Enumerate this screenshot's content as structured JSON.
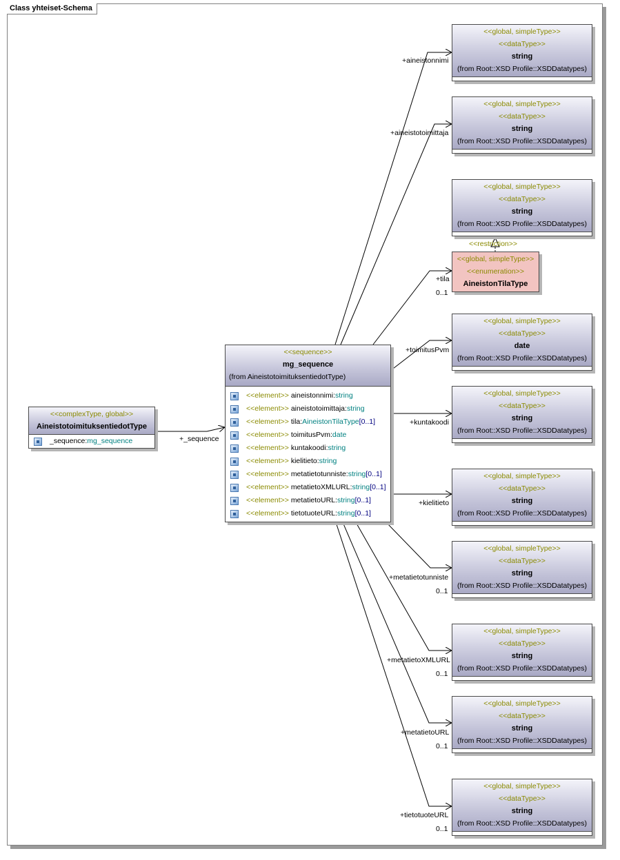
{
  "frame": {
    "title": "Class yhteiset-Schema"
  },
  "xsd_type": {
    "stereotype": "<<global, simpleType>>",
    "datatype": "<<dataType>>",
    "from": "(from Root::XSD Profile::XSDDatatypes)",
    "name_string": "string",
    "name_date": "date"
  },
  "complex_type": {
    "stereotype": "<<complexType, global>>",
    "name": "AineistotoimituksentiedotType",
    "attr_name": "_sequence:",
    "attr_type": "mg_sequence"
  },
  "sequence": {
    "stereotype": "<<sequence>>",
    "name": "mg_sequence",
    "from": "(from AineistotoimituksentiedotType)",
    "element_stereotype": "<<element>>",
    "elements": [
      {
        "name": "aineistonnimi:",
        "type": "string",
        "mult": ""
      },
      {
        "name": "aineistotoimittaja:",
        "type": "string",
        "mult": ""
      },
      {
        "name": "tila:",
        "type": "AineistonTilaType",
        "mult": "[0..1]"
      },
      {
        "name": "toimitusPvm:",
        "type": "date",
        "mult": ""
      },
      {
        "name": "kuntakoodi:",
        "type": "string",
        "mult": ""
      },
      {
        "name": "kielitieto:",
        "type": "string",
        "mult": ""
      },
      {
        "name": "metatietotunniste:",
        "type": "string",
        "mult": "[0..1]"
      },
      {
        "name": "metatietoXMLURL:",
        "type": "string",
        "mult": "[0..1]"
      },
      {
        "name": "metatietoURL:",
        "type": "string",
        "mult": "[0..1]"
      },
      {
        "name": "tietotuoteURL:",
        "type": "string",
        "mult": "[0..1]"
      }
    ]
  },
  "enumeration": {
    "stereotype": "<<global, simpleType>>",
    "kind": "<<enumeration>>",
    "name": "AineistonTilaType",
    "restriction_label": "<<restriction>>"
  },
  "roles": {
    "sequence": "+_sequence",
    "aineistonnimi": "+aineistonnimi",
    "aineistotoimittaja": "+aineistotoimittaja",
    "tila": "+tila",
    "toimitusPvm": "+toimitusPvm",
    "kuntakoodi": "+kuntakoodi",
    "kielitieto": "+kielitieto",
    "metatietotunniste": "+metatietotunniste",
    "metatietoXMLURL": "+metatietoXMLURL",
    "metatietoURL": "+metatietoURL",
    "tietotuoteURL": "+tietotuoteURL"
  },
  "multiplicity": {
    "optional": "0..1"
  }
}
